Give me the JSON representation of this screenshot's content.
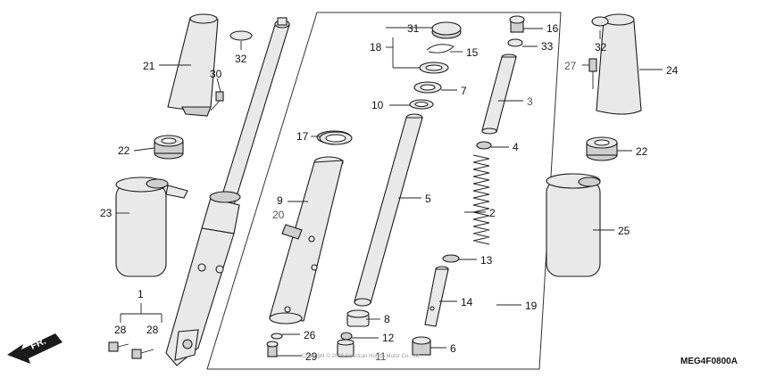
{
  "diagram": {
    "figure_code": "MEG4F0800A",
    "direction_label": "FR.",
    "watermark": "Copyright © 2008 American Honda Motor Co., Inc.",
    "callouts": {
      "c1": "1",
      "c2": "2",
      "c3": "3",
      "c4": "4",
      "c5": "5",
      "c6": "6",
      "c7": "7",
      "c8": "8",
      "c9": "9",
      "c10": "10",
      "c11": "11",
      "c12": "12",
      "c13": "13",
      "c14": "14",
      "c15": "15",
      "c16": "16",
      "c17": "17",
      "c18": "18",
      "c19": "19",
      "c20": "20",
      "c21": "21",
      "c22a": "22",
      "c22b": "22",
      "c23": "23",
      "c24": "24",
      "c25": "25",
      "c26": "26",
      "c27": "27",
      "c28a": "28",
      "c28b": "28",
      "c29": "29",
      "c30": "30",
      "c31": "31",
      "c32a": "32",
      "c32b": "32",
      "c33": "33"
    }
  }
}
